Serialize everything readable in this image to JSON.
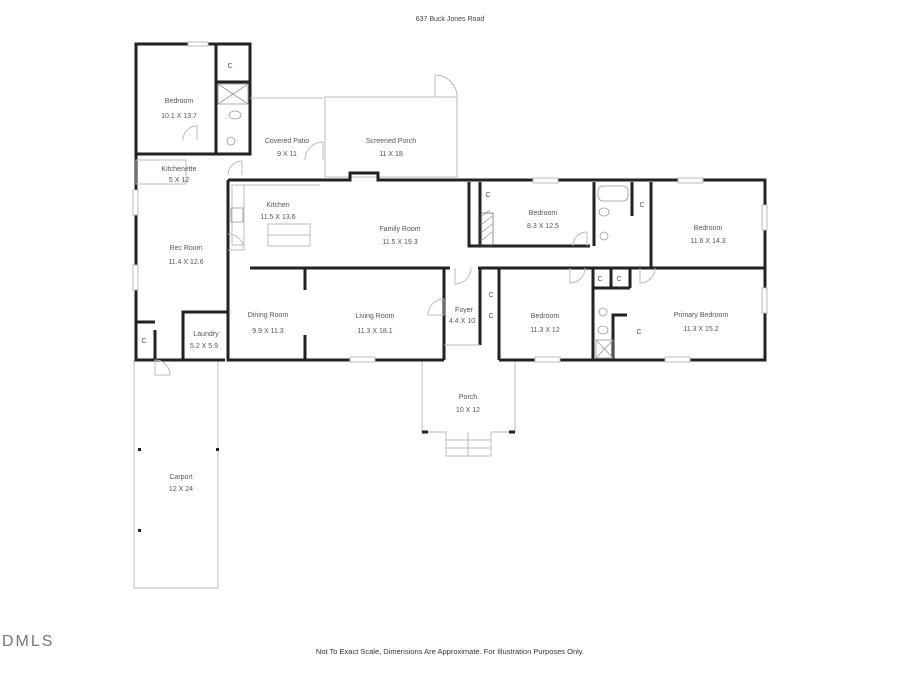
{
  "header": {
    "address": "637 Buck Jones Road"
  },
  "footer": {
    "disclaimer": "Not To Exact Scale, Dimensions Are Approximate. For Illustration Purposes Only.",
    "logo": "DMLS"
  },
  "rooms": [
    {
      "name": "Bedroom",
      "dims": "10.1 X 13.7"
    },
    {
      "name": "Covered Patio",
      "dims": "9 X 11"
    },
    {
      "name": "Screened Porch",
      "dims": "11 X 18"
    },
    {
      "name": "Kitchenette",
      "dims": "5 X 12"
    },
    {
      "name": "Kitchen",
      "dims": "11.5 X 13.6"
    },
    {
      "name": "Family Room",
      "dims": "11.5 X 19.3"
    },
    {
      "name": "Bedroom",
      "dims": "8.3 X 12.5"
    },
    {
      "name": "Bedroom",
      "dims": "11.6 X 14.3"
    },
    {
      "name": "Rec Room",
      "dims": "11.4 X 12.6"
    },
    {
      "name": "Dining Room",
      "dims": "9.9 X 11.3"
    },
    {
      "name": "Living Room",
      "dims": "11.3 X 18.1"
    },
    {
      "name": "Foyer",
      "dims": "4.4 X 10"
    },
    {
      "name": "Bedroom",
      "dims": "11.3 X 12"
    },
    {
      "name": "Primary Bedroom",
      "dims": "11.3 X 15.2"
    },
    {
      "name": "Laundry",
      "dims": "5.2 X 5.9"
    },
    {
      "name": "Porch",
      "dims": "10 X 12"
    },
    {
      "name": "Carport",
      "dims": "12 X 24"
    }
  ],
  "closet_label": "C"
}
